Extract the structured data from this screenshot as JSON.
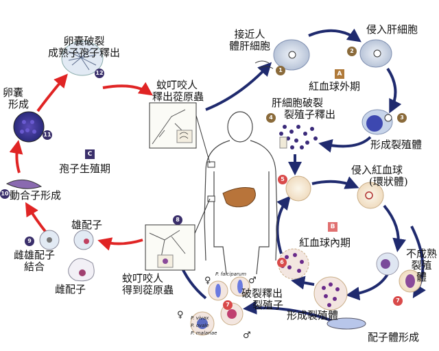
{
  "labels": {
    "approach_liver": [
      "接近人",
      "體肝細胞"
    ],
    "invade_liver": "侵入肝細胞",
    "exo_erythro": "紅血球外期",
    "liver_rupture": [
      "肝細胞破裂",
      "裂殖子釋出"
    ],
    "form_schizont_liver": "形成裂殖體",
    "invade_rbc": [
      "侵入紅血球",
      "(環狀體)"
    ],
    "erythro_phase": "紅血球內期",
    "immature_schizont": [
      "不成熟",
      "裂殖",
      "體"
    ],
    "rupture_release": [
      "破裂釋出",
      "裂殖子"
    ],
    "form_schizont_rbc": "形成裂殖體",
    "gametocyte_form": "配子體形成",
    "mosquito_bite_release": [
      "蚊叮咬人",
      "釋出蓯原蟲"
    ],
    "mosquito_bite_get": [
      "蚊叮咬人",
      "得到蓯原蟲"
    ],
    "oocyst_rupture": [
      "卵囊破裂",
      "成熟子孢子釋出"
    ],
    "oocyst_form": [
      "卵囊",
      "形成"
    ],
    "sporogony": "孢子生殖期",
    "ookinete": "動合子形成",
    "male_gamete": "雄配子",
    "fertilization": [
      "雌雄配子",
      "結合"
    ],
    "female_gamete": "雌配子"
  },
  "badges": [
    "1",
    "2",
    "3",
    "4",
    "5",
    "6",
    "7",
    "7",
    "8",
    "9",
    "10",
    "11",
    "12"
  ],
  "phase_badges": {
    "a": "A",
    "b": "B",
    "c": "C"
  },
  "species": {
    "falciparum": "P. falciparum",
    "vivax": "P. vivax",
    "ovale": "P. ovale",
    "malariae": "P. malariae"
  },
  "symbols": {
    "female": "♀",
    "male": "♂"
  },
  "colors": {
    "blue_arrow": "#1f2a6e",
    "red_arrow": "#e02424",
    "liver": "#b8743a"
  }
}
